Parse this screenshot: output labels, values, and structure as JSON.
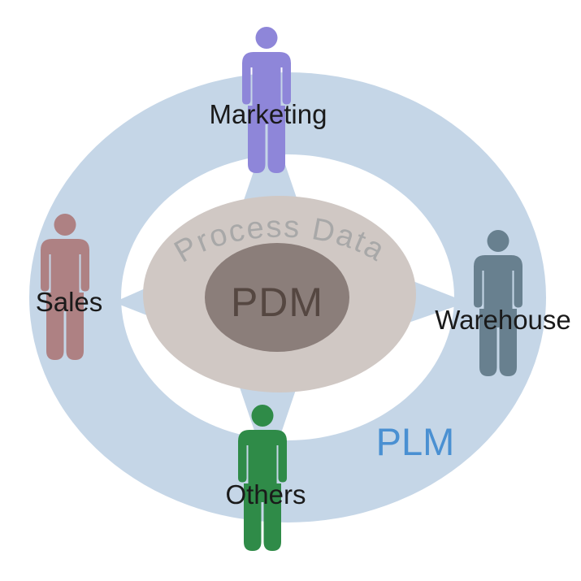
{
  "diagram": {
    "plm_label": "PLM",
    "center": {
      "pdm_label": "PDM",
      "process_label": "Process Data"
    },
    "roles": [
      {
        "label": "Marketing",
        "position": "top",
        "color": "#8e86d9"
      },
      {
        "label": "Sales",
        "position": "left",
        "color": "#ae8183"
      },
      {
        "label": "Warehouse",
        "position": "right",
        "color": "#68808f"
      },
      {
        "label": "Others",
        "position": "bottom",
        "color": "#2f8b48"
      }
    ],
    "colors": {
      "ring": "#c5d6e7",
      "spoke": "#c5d6e7",
      "process_ellipse": "#d0c8c4",
      "pdm_ellipse": "#8b7e7a",
      "pdm_text": "#554741",
      "process_text": "#a8a8a8",
      "plm_text": "#4a90d2",
      "role_text": "#1a1a1a"
    }
  }
}
